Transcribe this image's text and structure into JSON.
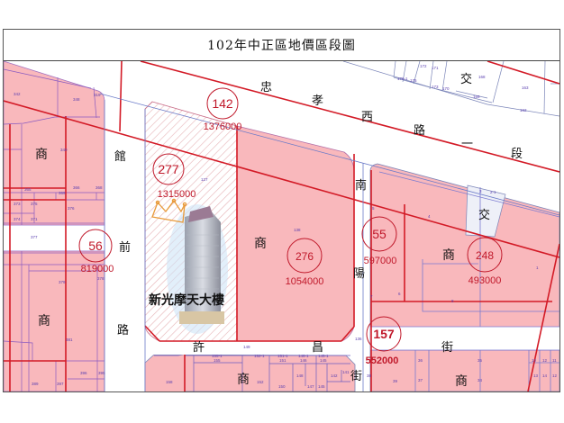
{
  "title": "102年中正區地價區段圖",
  "colors": {
    "commercial_fill": "#f9b8bc",
    "section_line": "#d31a26",
    "lot_line": "#6a5bc0",
    "value_text": "#c0182a",
    "hatch": "#e8b0b4"
  },
  "roads": {
    "zhongxiao_1": "忠",
    "zhongxiao_2": "孝",
    "zhongxiao_3": "西",
    "zhongxiao_4": "路",
    "zhongxiao_5": "一",
    "zhongxiao_6": "段",
    "guanqian_1": "館",
    "guanqian_2": "前",
    "guanqian_3": "路",
    "nanyang_1": "南",
    "nanyang_2": "陽",
    "nanyang_3": "街",
    "xuchang_1": "許",
    "xuchang_2": "昌",
    "xuchang_3": "街",
    "jiao_1": "交",
    "jiao_2": "交"
  },
  "zones": {
    "shang": "商"
  },
  "sections": [
    {
      "id": "142",
      "value": "1376000"
    },
    {
      "id": "277",
      "value": "1315000"
    },
    {
      "id": "56",
      "value": "819000"
    },
    {
      "id": "276",
      "value": "1054000"
    },
    {
      "id": "55",
      "value": "597000"
    },
    {
      "id": "248",
      "value": "493000"
    },
    {
      "id": "157",
      "value": "552000"
    }
  ],
  "landmark": {
    "label": "新光摩天大樓",
    "icon": "crown-icon"
  },
  "lots": {
    "l342": "342",
    "l348": "348",
    "l319": "319",
    "l340": "340",
    "l127": "127",
    "l365": "365",
    "l366": "366",
    "l368": "368",
    "l369": "369",
    "l373": "373",
    "l375": "375",
    "l374": "374",
    "l371": "371",
    "l376": "376",
    "l377": "377",
    "l379": "379",
    "l378": "378",
    "l381": "381",
    "l389": "389",
    "l397": "397",
    "l396": "396",
    "l395": "395",
    "l138": "138",
    "l136": "136",
    "l149": "149",
    "l158": "158",
    "l155": "155",
    "l155_1": "155-1",
    "l152_1": "152-1",
    "l152": "152",
    "l151_1": "151-1",
    "l151": "151",
    "l146_1": "146-1",
    "l146": "146",
    "l145_1": "145-1",
    "l145": "145",
    "l148": "148",
    "l150": "150",
    "l147": "147",
    "l142": "142",
    "l141": "141",
    "l1": "1",
    "l2": "2",
    "l3": "3",
    "l4": "4",
    "l6": "6",
    "l7": "7",
    "l8": "8",
    "l2_1": "2-1",
    "l35": "35",
    "l34": "34",
    "l36": "36",
    "l37": "37",
    "l38": "38",
    "l39": "39",
    "l10": "10",
    "l11": "11",
    "l12": "12",
    "l13": "13",
    "l14": "14",
    "l5": "5",
    "l172": "172",
    "l171": "171",
    "l176_1": "176-1",
    "l175": "175",
    "l173": "173",
    "l170": "170",
    "l168": "168",
    "l169": "169",
    "l163": "163",
    "l162": "162",
    "l174": "174"
  }
}
